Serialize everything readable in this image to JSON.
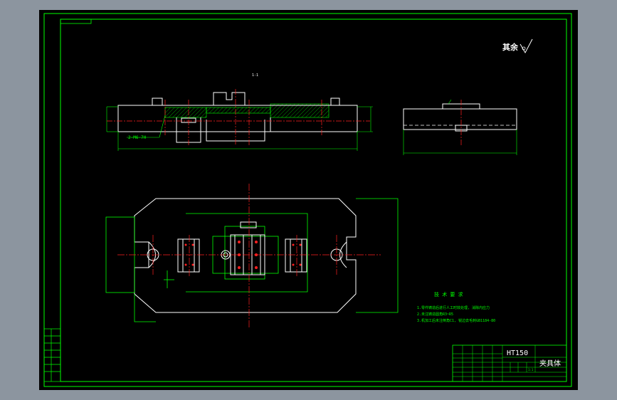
{
  "drawing": {
    "surface_roughness_note": "其余",
    "section_label": "1-1",
    "material": "HT150",
    "part_name": "夹具体",
    "tech_requirements_title": "技 术 要 求",
    "tech_requirements": [
      "1.零件铸造后进行人工时效处理, 消除内应力",
      "2.未注铸造圆角R3~R5",
      "3.机加工后未注倒角C1, 锐边去毛刺GB1184-80"
    ],
    "hole_callout": "2-M6-7H",
    "scale": "1:1"
  },
  "colors": {
    "background": "#000000",
    "frame": "#00ff00",
    "outline": "#ffffff",
    "center_line": "#ff2020",
    "hatch": "#00ff00",
    "page_border": "#8c959f"
  }
}
